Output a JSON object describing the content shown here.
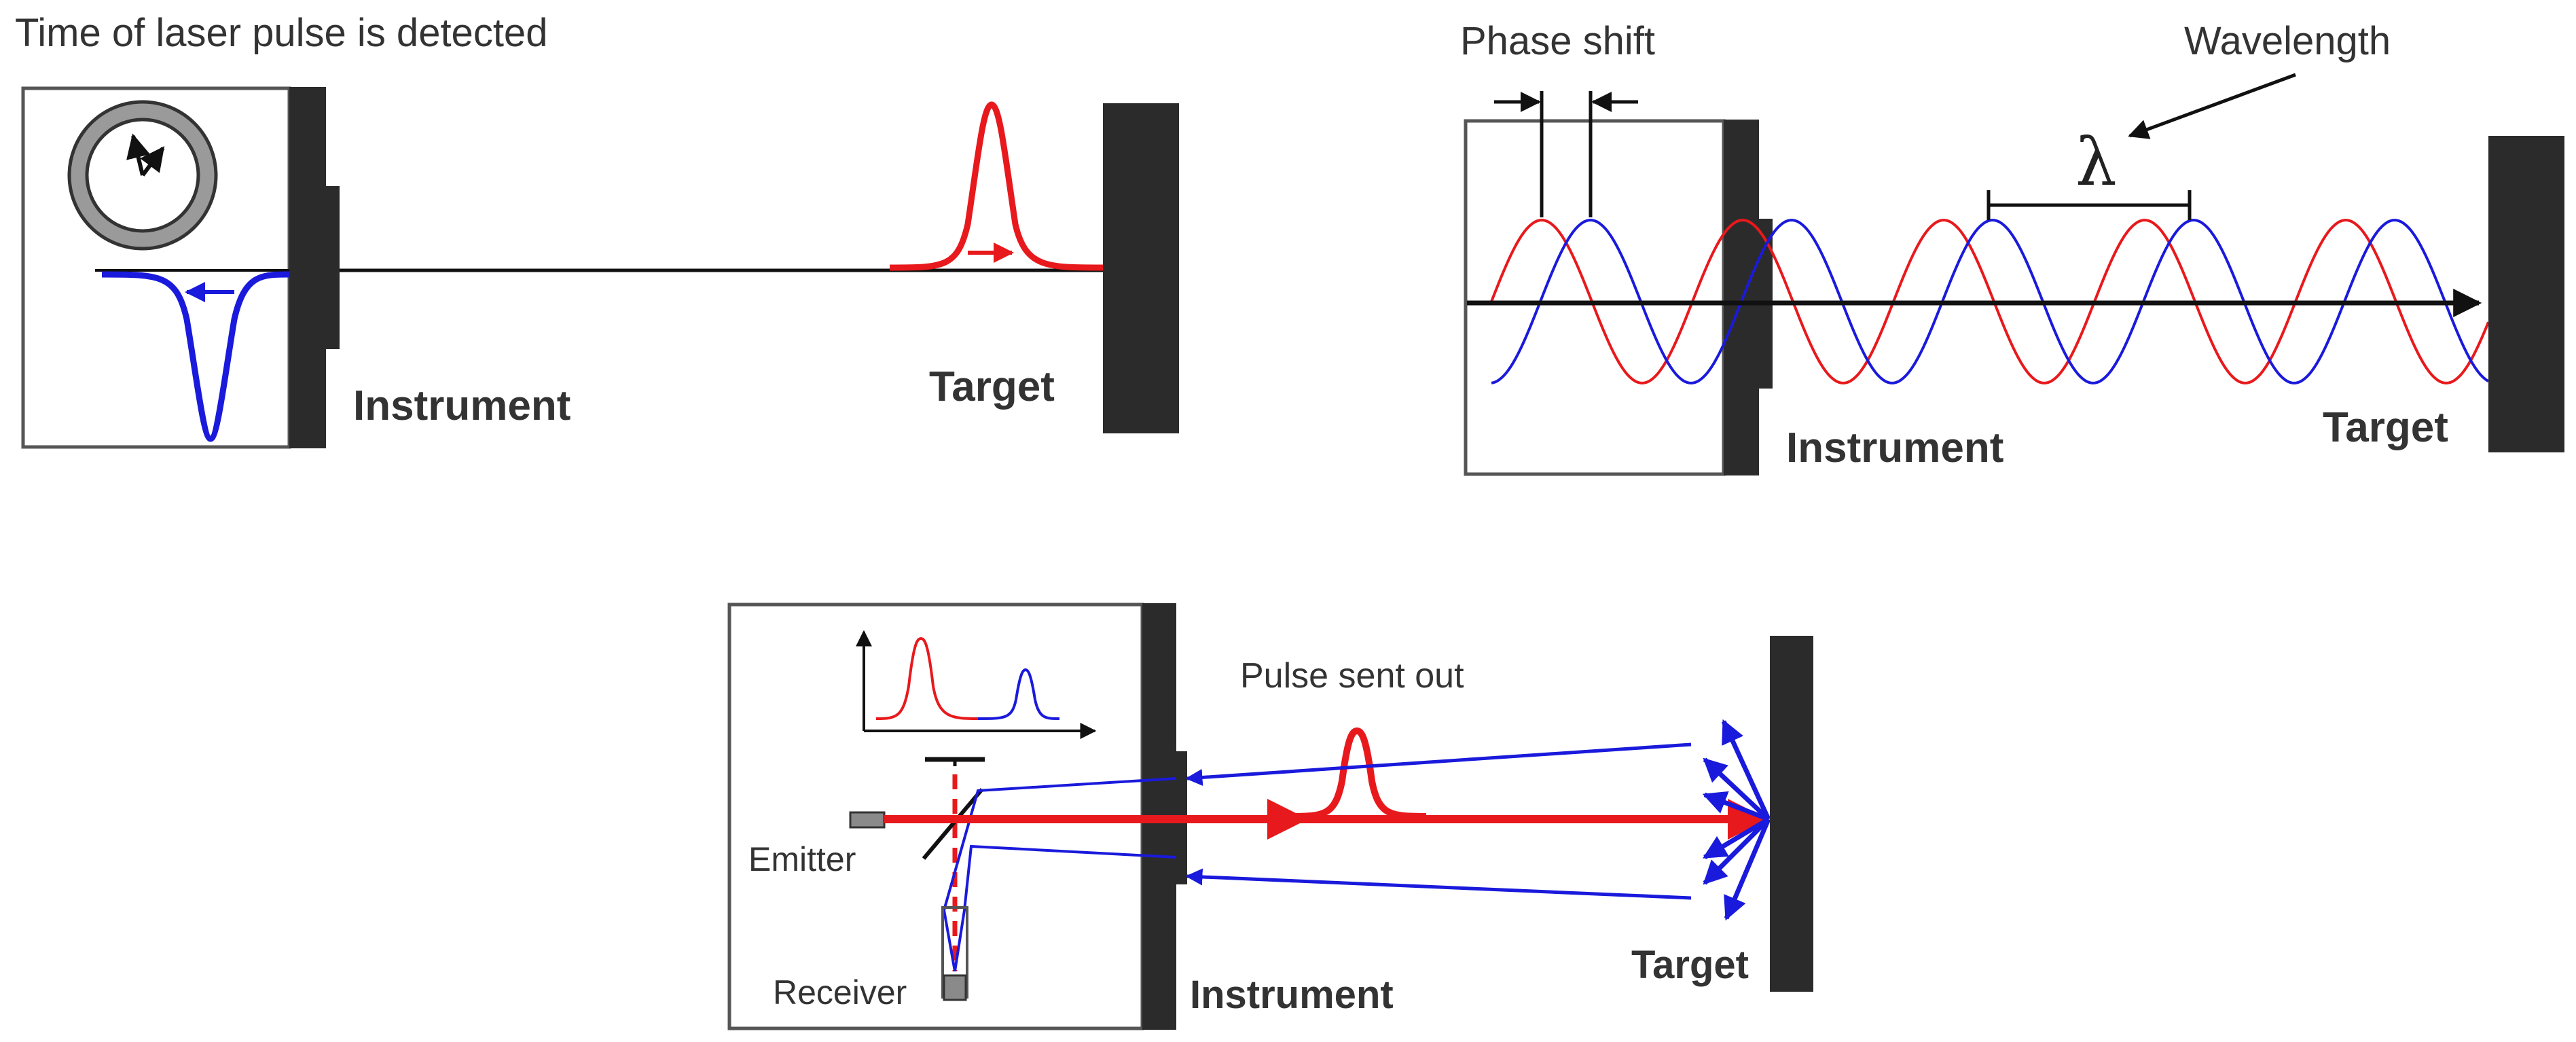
{
  "tof": {
    "title": "Time of laser pulse is detected",
    "instrument_label": "Instrument",
    "target_label": "Target"
  },
  "phase": {
    "phase_shift_label": "Phase shift",
    "wavelength_label": "Wavelength",
    "lambda_symbol": "λ",
    "instrument_label": "Instrument",
    "target_label": "Target"
  },
  "pulse": {
    "pulse_sent_out_label": "Pulse sent out",
    "emitter_label": "Emitter",
    "receiver_label": "Receiver",
    "instrument_label": "Instrument",
    "target_label": "Target"
  },
  "colors": {
    "emitted": "#e8191c",
    "returned": "#1a1adc",
    "wall": "#2b2b2b",
    "outline": "#555555"
  }
}
